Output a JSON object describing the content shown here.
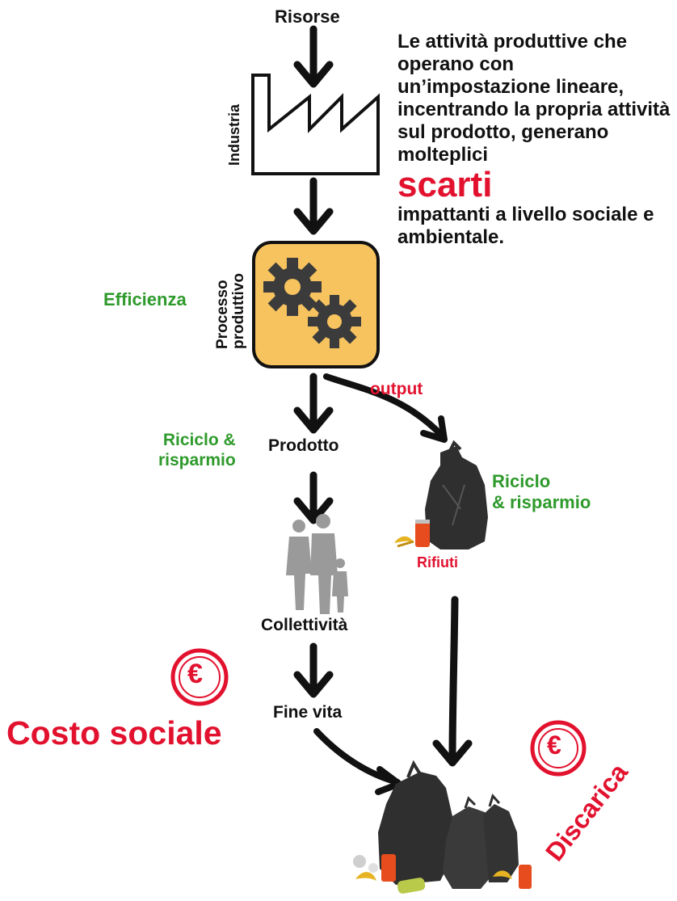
{
  "labels": {
    "resources": "Risorse",
    "industry": "Industria",
    "process": "Processo\nproduttivo",
    "efficiency": "Efficienza",
    "output": "output",
    "recycle_left": "Riciclo &\nrisparmio",
    "product": "Prodotto",
    "recycle_right": "Riciclo\n& risparmio",
    "waste": "Rifiuti",
    "community": "Collettività",
    "end_of_life": "Fine vita",
    "social_cost": "Costo sociale",
    "landfill": "Discarica",
    "euro": "€"
  },
  "description": {
    "intro": "Le attività produttive che operano con un’impostazione lineare, incentrando la propria attività sul prodotto, generano molteplici",
    "highlight": "scarti",
    "outro": "impattanti a livello sociale e ambientale."
  },
  "colors": {
    "green": "#2e9a2b",
    "red": "#e2122f",
    "process_box": "#f7c35f",
    "gear": "#3b3b3b",
    "bag": "#2f2f2f",
    "people": "#9a9a9a"
  }
}
